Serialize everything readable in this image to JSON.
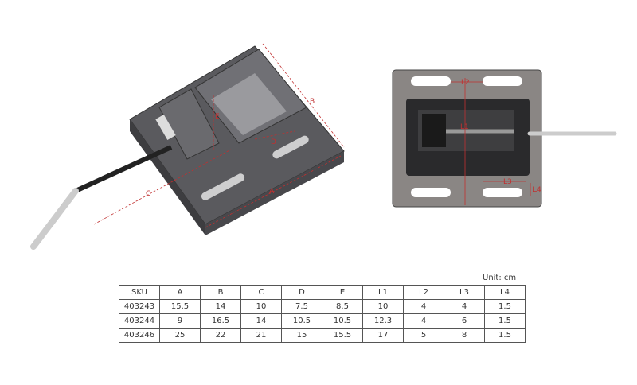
{
  "unit_label": "Unit:  cm",
  "diagram_labels": {
    "A": "A",
    "B": "B",
    "C": "C",
    "D": "D",
    "E": "E",
    "L1": "L1",
    "L2": "L2",
    "L3": "L3",
    "L4": "L4"
  },
  "table": {
    "headers": [
      "SKU",
      "A",
      "B",
      "C",
      "D",
      "E",
      "L1",
      "L2",
      "L3",
      "L4"
    ],
    "rows": [
      [
        "403243",
        "15.5",
        "14",
        "10",
        "7.5",
        "8.5",
        "10",
        "4",
        "4",
        "1.5"
      ],
      [
        "403244",
        "9",
        "16.5",
        "14",
        "10.5",
        "10.5",
        "12.3",
        "4",
        "6",
        "1.5"
      ],
      [
        "403246",
        "25",
        "22",
        "21",
        "15",
        "15.5",
        "17",
        "5",
        "8",
        "1.5"
      ]
    ]
  }
}
